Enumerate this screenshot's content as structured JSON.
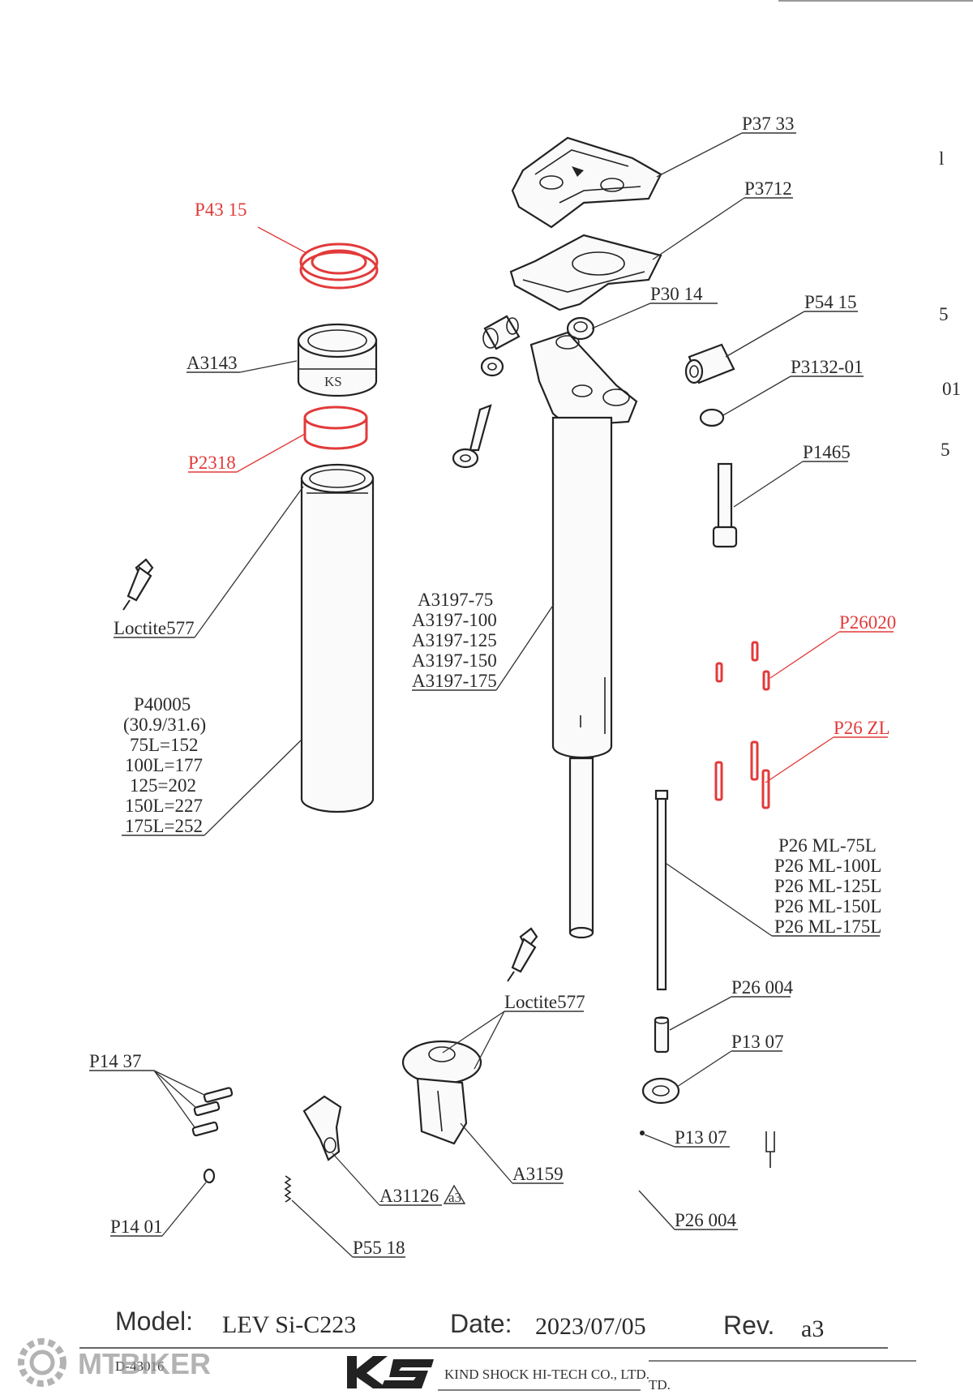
{
  "labels": {
    "p3733": "P37 33",
    "p3712": "P3712",
    "p4315": "P43 15",
    "p3014": "P30 14",
    "p5415": "P54 15",
    "a3143": "A3143",
    "p3132": "P3132-01",
    "p2318": "P2318",
    "p1465": "P1465",
    "loctite1": "Loctite577",
    "a3197": [
      "A3197-75",
      "A3197-100",
      "A3197-125",
      "A3197-150",
      "A3197-175"
    ],
    "p26020": "P26020",
    "p40005": [
      "P40005",
      "(30.9/31.6)",
      "75L=152",
      "100L=177",
      "125=202",
      "150L=227",
      "175L=252"
    ],
    "p26zl": "P26 ZL",
    "p26ml": [
      "P26 ML-75L",
      "P26 ML-100L",
      "P26 ML-125L",
      "P26 ML-150L",
      "P26 ML-175L"
    ],
    "p26004a": "P26 004",
    "loctite2": "Loctite577",
    "p1307a": "P13 07",
    "p1437": "P14 37",
    "p1307b": "P13 07",
    "a3159": "A3159",
    "a31126": "A31126",
    "rev_badge": "a3",
    "p1401": "P14 01",
    "p5518": "P55 18",
    "p26004b": "P26 004"
  },
  "edge_marks": [
    "l",
    "5",
    "01",
    "5"
  ],
  "title_block": {
    "model_label": "Model:",
    "model_value": "LEV Si-C223",
    "date_label": "Date:",
    "date_value": "2023/07/05",
    "rev_label": "Rev.",
    "rev_value": "a3",
    "drawing_no": "D-43016",
    "company": "KIND SHOCK HI-TECH CO., LTD.",
    "company_tail": "TD.",
    "logo": "KS"
  },
  "watermark": "MTBIKER",
  "colors": {
    "highlight": "#e23a3a",
    "ink": "#222222"
  }
}
